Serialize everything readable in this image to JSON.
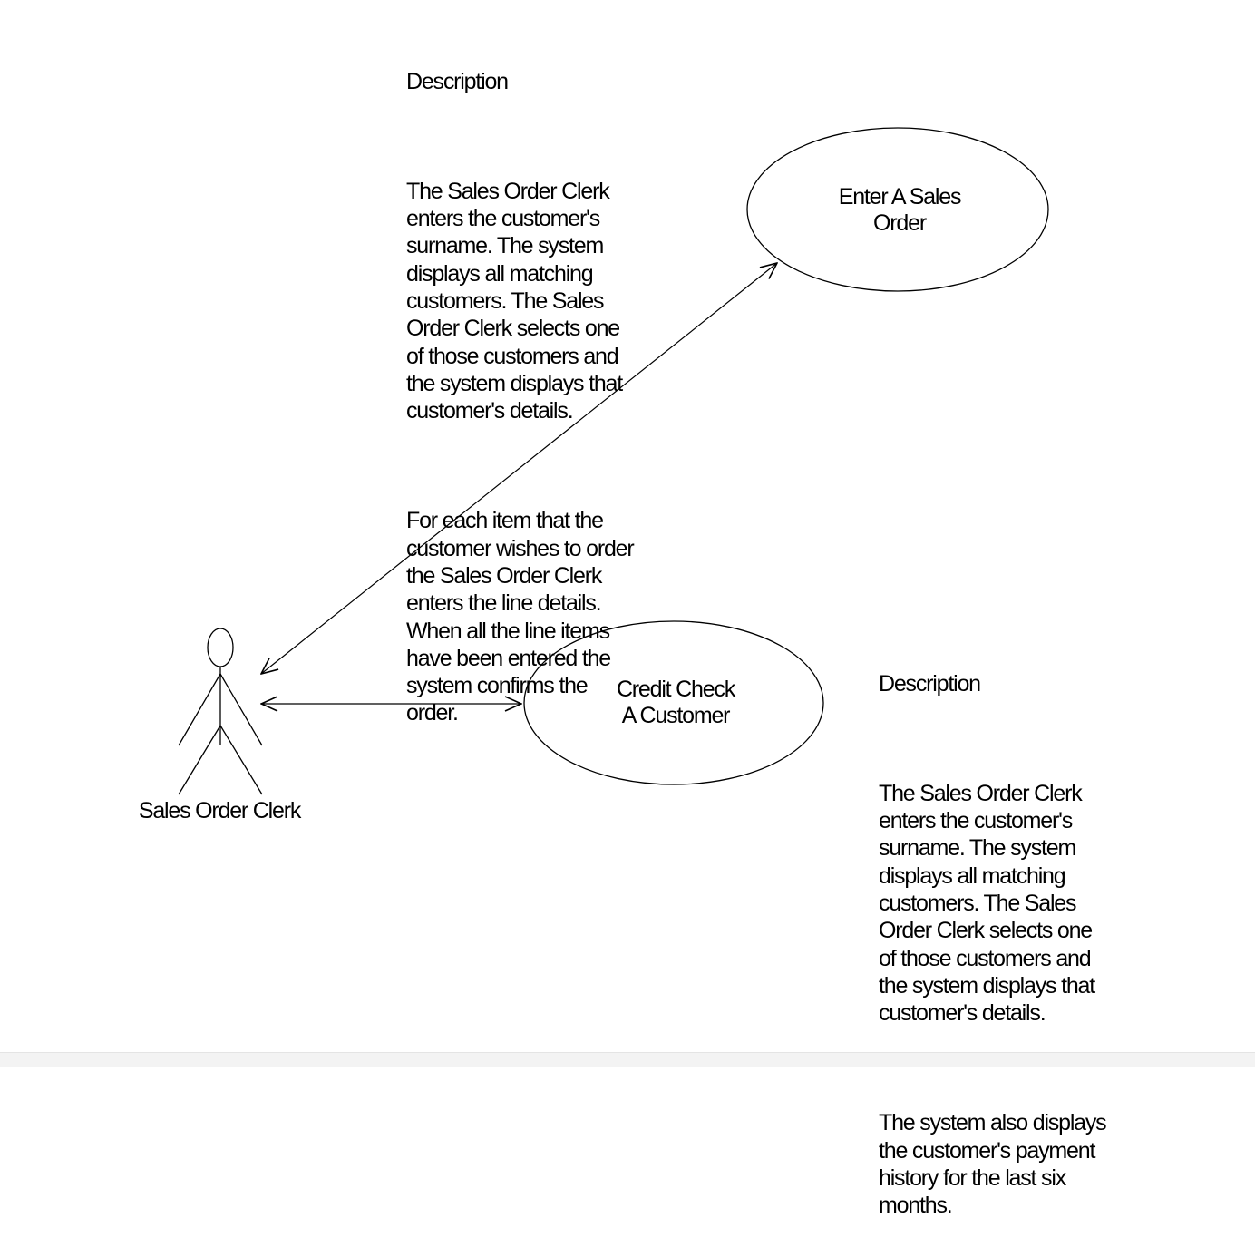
{
  "descriptions": [
    {
      "heading": "Description",
      "paragraphs": [
        "The Sales Order Clerk\nenters the customer's\nsurname. The system\ndisplays all matching\ncustomers. The Sales\nOrder Clerk selects one\nof those customers and\nthe system displays that\ncustomer's details.",
        "For each item that the\ncustomer wishes to order\nthe Sales Order Clerk\nenters the line details.\nWhen all the line items\nhave been entered the\nsystem confirms the\norder."
      ]
    },
    {
      "heading": "Description",
      "paragraphs": [
        "The Sales Order Clerk\nenters the customer's\nsurname. The system\ndisplays all matching\ncustomers. The Sales\nOrder Clerk selects one\nof those customers and\nthe system displays that\ncustomer's details.",
        "The system also displays\nthe customer's payment\nhistory for the last six\nmonths."
      ]
    }
  ],
  "use_cases": {
    "enter_sales_order": "Enter A Sales\nOrder",
    "credit_check": "Credit Check\nA Customer"
  },
  "actor": {
    "name": "Sales Order Clerk"
  },
  "colors": {
    "line": "#000000",
    "background": "#ffffff"
  }
}
